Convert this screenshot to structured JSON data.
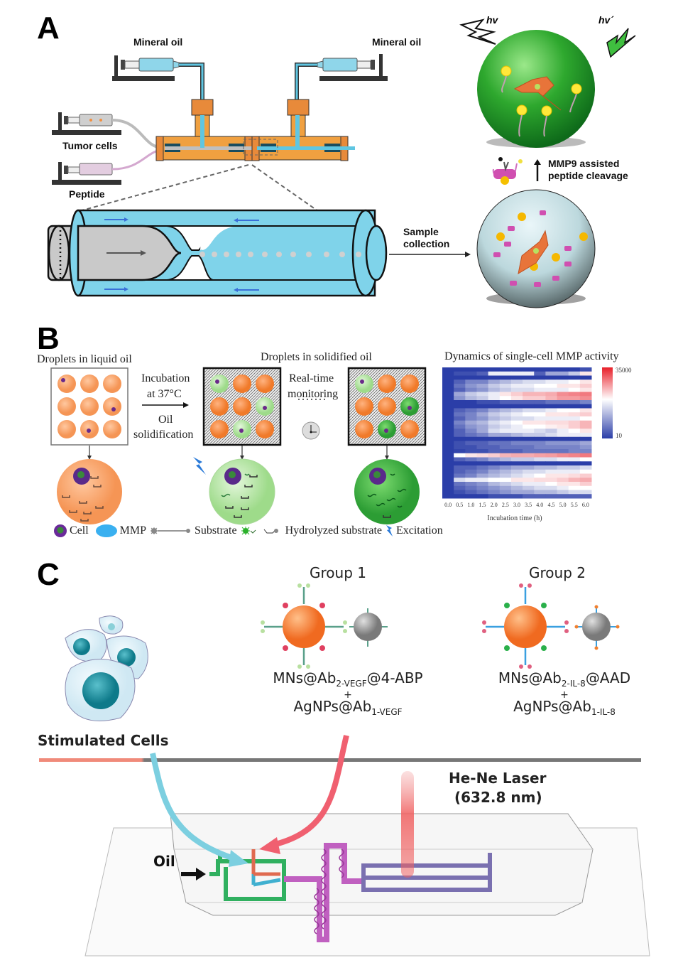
{
  "panels": {
    "A": {
      "letter": "A",
      "labels": {
        "mineral_oil_left": "Mineral oil",
        "mineral_oil_right": "Mineral oil",
        "tumor_cells": "Tumor cells",
        "peptide": "Peptide",
        "sample_collection_1": "Sample",
        "sample_collection_2": "collection",
        "hv": "hv",
        "hv_prime": "hv´",
        "mmp9_1": "MMP9 assisted",
        "mmp9_2": "peptide cleavage"
      },
      "colors": {
        "oil": "#7fd3ea",
        "fitting": "#f0a040",
        "green_droplet": "#3db83d",
        "peptide": "#d04fb0"
      }
    },
    "B": {
      "letter": "B",
      "labels": {
        "liquid_oil": "Droplets in liquid oil",
        "solid_oil": "Droplets in solidified oil",
        "incubation_1": "Incubation",
        "incubation_2": "at 37°C",
        "oil_1": "Oil",
        "oil_2": "solidification",
        "realtime_1": "Real-time",
        "realtime_2": "monitoring"
      },
      "legend": [
        {
          "icon": "cell-icon",
          "label": "Cell"
        },
        {
          "icon": "mmp-icon",
          "label": "MMP"
        },
        {
          "icon": "substrate-icon",
          "label": "Substrate"
        },
        {
          "icon": "hydrolyzed-substrate-icon",
          "label": "Hydrolyzed substrate"
        },
        {
          "icon": "excitation-icon",
          "label": "Excitation"
        }
      ]
    },
    "C": {
      "letter": "C",
      "stimulated_cells": "Stimulated Cells",
      "group1": {
        "title": "Group 1",
        "line1_a": "MNs@Ab",
        "line1_sub": "2-VEGF",
        "line1_b": "@4-ABP",
        "plus": "+",
        "line2_a": "AgNPs@Ab",
        "line2_sub": "1-VEGF"
      },
      "group2": {
        "title": "Group 2",
        "line1_a": "MNs@Ab",
        "line1_sub": "2-IL-8",
        "line1_b": "@AAD",
        "plus": "+",
        "line2_a": "AgNPs@Ab",
        "line2_sub": "1-IL-8"
      },
      "laser_1": "He-Ne Laser",
      "laser_2": "(632.8 nm)",
      "oil": "Oil"
    }
  },
  "chart_data": {
    "type": "heatmap",
    "title": "Dynamics of single-cell MMP activity",
    "xlabel": "Incubation time (h)",
    "ylabel": "",
    "x": [
      "0.0",
      "0.5",
      "1.0",
      "1.5",
      "2.0",
      "2.5",
      "3.0",
      "3.5",
      "4.0",
      "4.5",
      "5.0",
      "5.5",
      "6.0"
    ],
    "colorbar": {
      "min": 10,
      "max": 35000,
      "min_label": "10",
      "max_label": "35000",
      "colors": [
        "#2b3ea8",
        "#ffffff",
        "#e8202a"
      ]
    },
    "rows": [
      [
        0,
        0,
        0,
        0,
        0,
        0,
        0,
        0,
        0,
        0,
        0,
        0,
        0.05
      ],
      [
        0,
        0.05,
        0.05,
        0.1,
        0.5,
        0.5,
        0.5,
        0.5,
        0.1,
        0.3,
        0.3,
        0.4,
        0.6
      ],
      [
        0,
        0,
        0,
        0,
        0,
        0,
        0,
        0,
        0,
        0,
        0,
        0,
        0
      ],
      [
        0,
        0.1,
        0.2,
        0.2,
        0.3,
        0.35,
        0.4,
        0.45,
        0.45,
        0.5,
        0.5,
        0.55,
        0.6
      ],
      [
        0,
        0.15,
        0.25,
        0.3,
        0.4,
        0.45,
        0.5,
        0.5,
        0.55,
        0.55,
        0.6,
        0.6,
        0.65
      ],
      [
        0,
        0.1,
        0.2,
        0.25,
        0.35,
        0.4,
        0.45,
        0.45,
        0.5,
        0.5,
        0.5,
        0.55,
        0.6
      ],
      [
        0,
        0.3,
        0.4,
        0.45,
        0.5,
        0.6,
        0.65,
        0.7,
        0.7,
        0.72,
        0.78,
        0.8,
        0.82
      ],
      [
        0,
        0.25,
        0.35,
        0.4,
        0.5,
        0.55,
        0.6,
        0.65,
        0.65,
        0.7,
        0.75,
        0.75,
        0.78
      ],
      [
        0,
        0,
        0,
        0.05,
        0.05,
        0.1,
        0.1,
        0.1,
        0.1,
        0.15,
        0.15,
        0.15,
        0.2
      ],
      [
        0,
        0,
        0,
        0,
        0,
        0,
        0,
        0,
        0,
        0,
        0,
        0,
        0
      ],
      [
        0,
        0.1,
        0.15,
        0.2,
        0.3,
        0.35,
        0.4,
        0.45,
        0.45,
        0.5,
        0.55,
        0.55,
        0.6
      ],
      [
        0,
        0.15,
        0.2,
        0.3,
        0.4,
        0.45,
        0.5,
        0.55,
        0.55,
        0.6,
        0.6,
        0.62,
        0.65
      ],
      [
        0,
        0.1,
        0.2,
        0.25,
        0.35,
        0.4,
        0.45,
        0.45,
        0.5,
        0.5,
        0.5,
        0.5,
        0.55
      ],
      [
        0,
        0.2,
        0.3,
        0.35,
        0.45,
        0.5,
        0.55,
        0.6,
        0.6,
        0.62,
        0.62,
        0.65,
        0.7
      ],
      [
        0,
        0.15,
        0.25,
        0.3,
        0.4,
        0.45,
        0.5,
        0.55,
        0.55,
        0.58,
        0.6,
        0.65,
        0.7
      ],
      [
        0,
        0.1,
        0.2,
        0.3,
        0.45,
        0.5,
        0.5,
        0.5,
        0.45,
        0.4,
        0.5,
        0.55,
        0.6
      ],
      [
        0,
        0.1,
        0.15,
        0.2,
        0.3,
        0.3,
        0.35,
        0.4,
        0.4,
        0.45,
        0.5,
        0.5,
        0.5
      ],
      [
        0,
        0,
        0,
        0,
        0,
        0,
        0,
        0,
        0,
        0,
        0,
        0,
        0
      ],
      [
        0,
        0.05,
        0.1,
        0.1,
        0.15,
        0.15,
        0.2,
        0.2,
        0.2,
        0.25,
        0.25,
        0.25,
        0.3
      ],
      [
        0,
        0.05,
        0.05,
        0.1,
        0.1,
        0.15,
        0.15,
        0.15,
        0.2,
        0.2,
        0.2,
        0.2,
        0.25
      ],
      [
        0,
        0.02,
        0.05,
        0.05,
        0.1,
        0.1,
        0.1,
        0.15,
        0.15,
        0.15,
        0.15,
        0.2,
        0.2
      ],
      [
        0,
        0.55,
        0.6,
        0.62,
        0.65,
        0.7,
        0.72,
        0.72,
        0.74,
        0.75,
        0.78,
        0.8,
        0.82
      ],
      [
        0,
        0.1,
        0.15,
        0.2,
        0.3,
        0.35,
        0.4,
        0.4,
        0.45,
        0.45,
        0.5,
        0.5,
        0.55
      ],
      [
        0,
        0,
        0,
        0,
        0,
        0,
        0,
        0,
        0,
        0,
        0,
        0,
        0
      ],
      [
        0,
        0.1,
        0.1,
        0.15,
        0.2,
        0.25,
        0.3,
        0.3,
        0.35,
        0.35,
        0.4,
        0.4,
        0.45
      ],
      [
        0,
        0.1,
        0.15,
        0.2,
        0.3,
        0.35,
        0.4,
        0.45,
        0.45,
        0.5,
        0.5,
        0.5,
        0.55
      ],
      [
        0,
        0.15,
        0.2,
        0.3,
        0.35,
        0.4,
        0.45,
        0.5,
        0.55,
        0.6,
        0.6,
        0.62,
        0.65
      ],
      [
        0,
        0.45,
        0.5,
        0.5,
        0.55,
        0.55,
        0.6,
        0.6,
        0.62,
        0.62,
        0.65,
        0.7,
        0.72
      ],
      [
        0,
        0.15,
        0.2,
        0.25,
        0.35,
        0.4,
        0.45,
        0.5,
        0.5,
        0.55,
        0.6,
        0.6,
        0.65
      ],
      [
        0,
        0.1,
        0.15,
        0.2,
        0.25,
        0.3,
        0.35,
        0.4,
        0.45,
        0.45,
        0.5,
        0.55,
        0.55
      ],
      [
        0,
        0.05,
        0.1,
        0.15,
        0.2,
        0.25,
        0.3,
        0.3,
        0.35,
        0.35,
        0.4,
        0.45,
        0.45
      ],
      [
        0,
        0,
        0,
        0,
        0.05,
        0.05,
        0.05,
        0.1,
        0.1,
        0.1,
        0.1,
        0.1,
        0.1
      ]
    ]
  }
}
